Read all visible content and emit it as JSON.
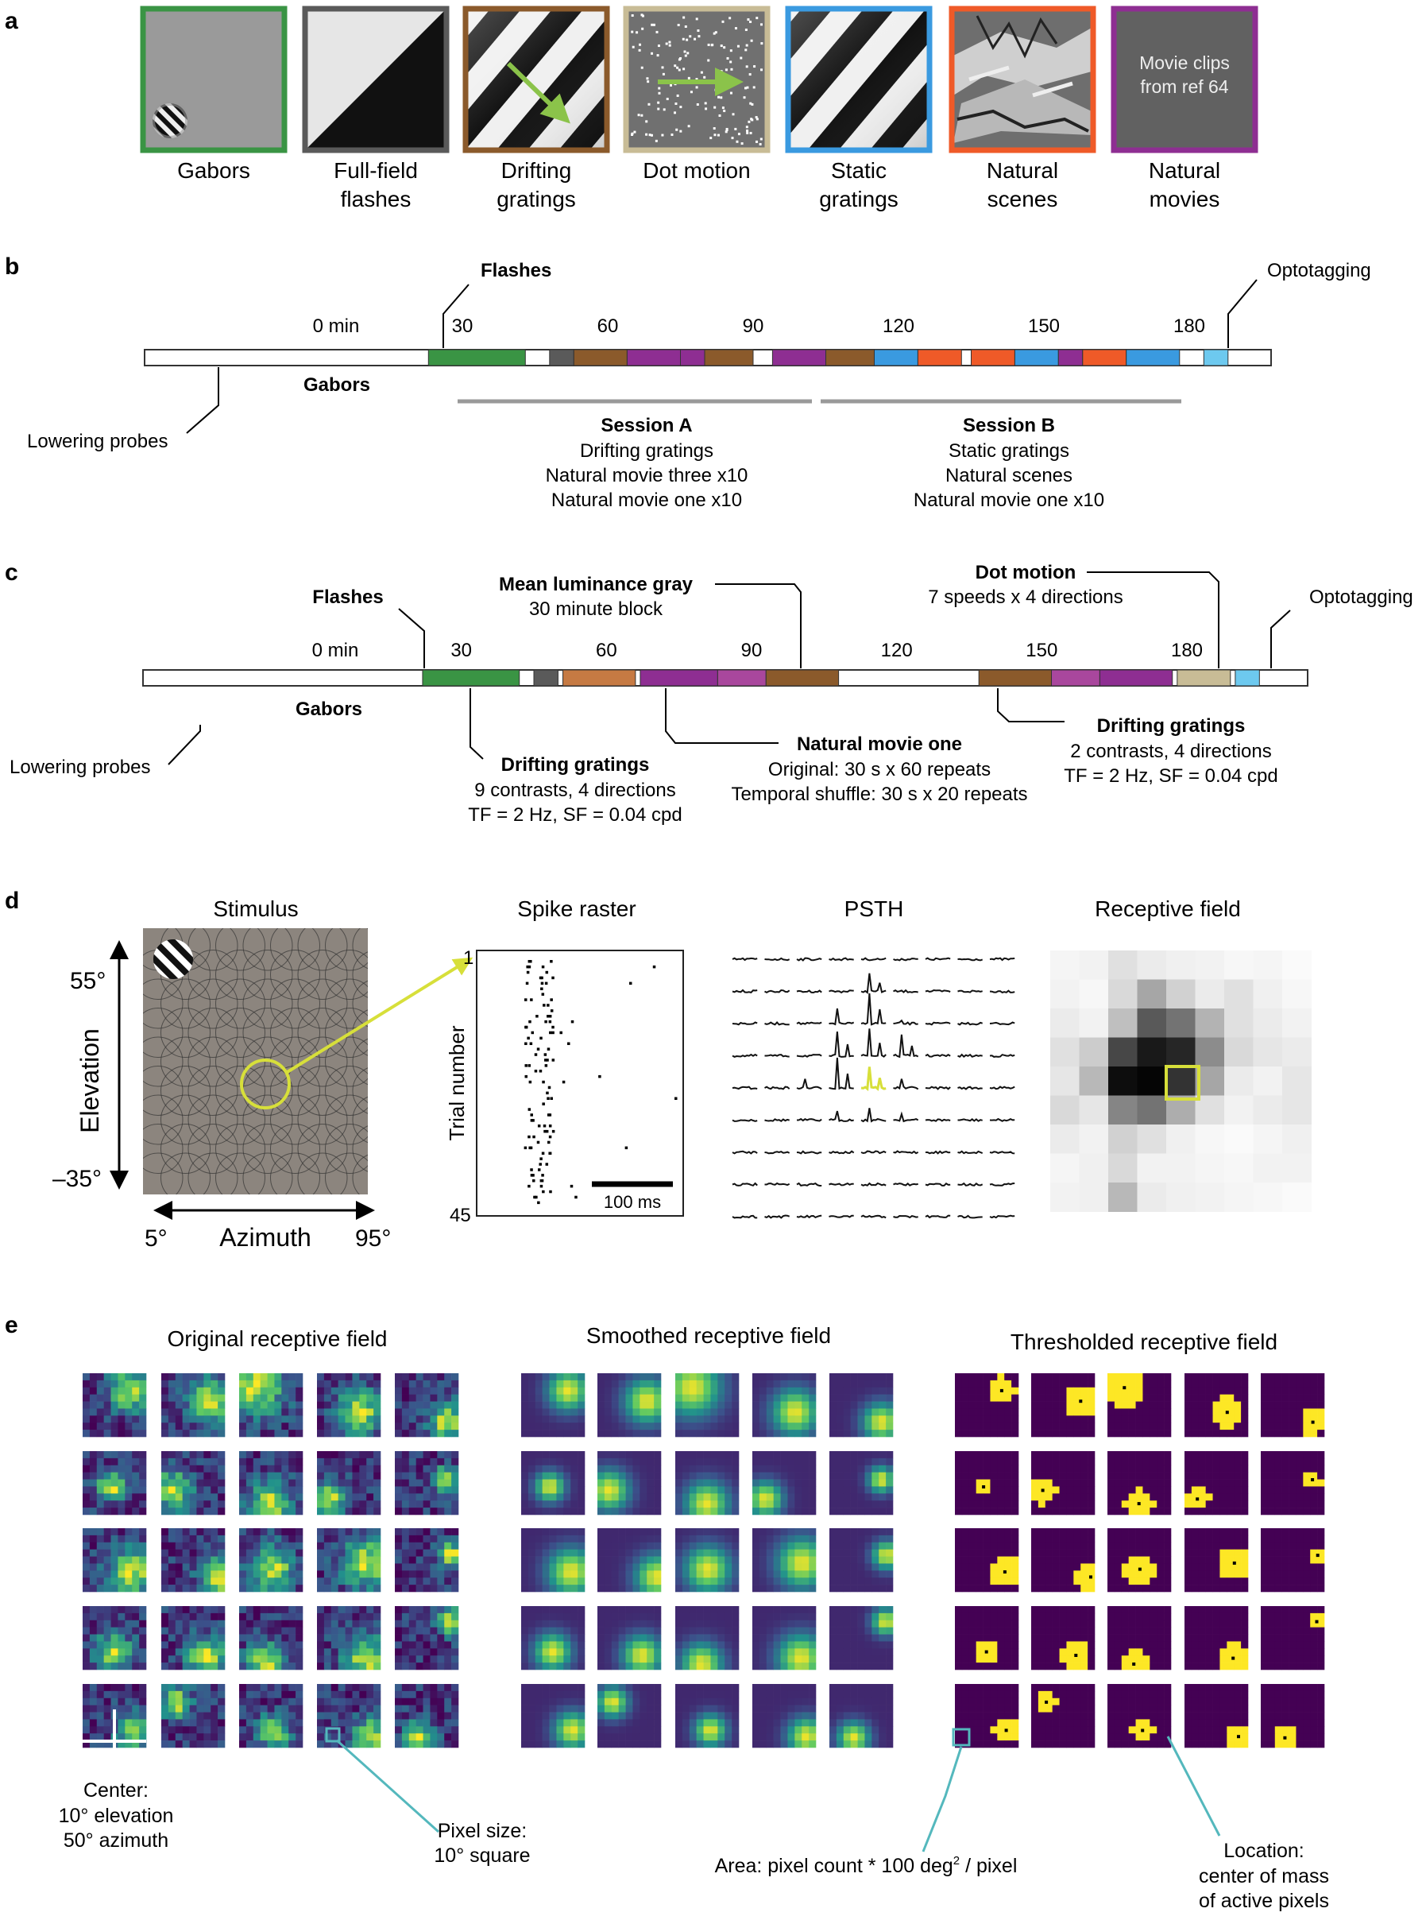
{
  "panel_letters": [
    "a",
    "b",
    "c",
    "d",
    "e"
  ],
  "colors": {
    "gabors": "#3a9444",
    "flashes": "#5a5a5a",
    "drifting": "#8b5a2b",
    "dot_motion": "#c8bc96",
    "static": "#3a9ae0",
    "natural_scenes": "#ef5a28",
    "natural_movies": "#8e2e92",
    "natural_movie_one": "#a9479d",
    "opto": "#6dc9ef",
    "cyan_callout": "#54b8bd",
    "highlight": "#d7df3a",
    "gray_bar": "#999999"
  },
  "a": {
    "stimuli": [
      {
        "line1": "Gabors",
        "line2": "",
        "color": "#3a9444"
      },
      {
        "line1": "Full-field",
        "line2": "flashes",
        "color": "#5a5a5a"
      },
      {
        "line1": "Drifting",
        "line2": "gratings",
        "color": "#8b5a2b"
      },
      {
        "line1": "Dot motion",
        "line2": "",
        "color": "#c8bc96"
      },
      {
        "line1": "Static",
        "line2": "gratings",
        "color": "#3a9ae0"
      },
      {
        "line1": "Natural",
        "line2": "scenes",
        "color": "#ef5a28"
      },
      {
        "line1": "Natural",
        "line2": "movies",
        "color": "#8e2e92"
      }
    ],
    "movie_text_1": "Movie clips",
    "movie_text_2": "from ref 64"
  },
  "b": {
    "ticks": [
      {
        "label": "0 min",
        "minute": 0
      },
      {
        "label": "30",
        "minute": 30
      },
      {
        "label": "60",
        "minute": 60
      },
      {
        "label": "90",
        "minute": 90
      },
      {
        "label": "120",
        "minute": 120
      },
      {
        "label": "150",
        "minute": 150
      },
      {
        "label": "180",
        "minute": 180
      }
    ],
    "flashes_label": "Flashes",
    "opto_label": "Optotagging",
    "gabors_label": "Gabors",
    "lowering_label": "Lowering probes",
    "session_a": {
      "title": "Session A",
      "lines": [
        "Drifting gratings",
        "Natural movie three x10",
        "Natural movie one x10"
      ]
    },
    "session_b": {
      "title": "Session B",
      "lines": [
        "Static gratings",
        "Natural scenes",
        "Natural movie one x10"
      ]
    }
  },
  "c": {
    "ticks": [
      {
        "label": "0 min",
        "minute": 0
      },
      {
        "label": "30",
        "minute": 30
      },
      {
        "label": "60",
        "minute": 60
      },
      {
        "label": "90",
        "minute": 90
      },
      {
        "label": "120",
        "minute": 120
      },
      {
        "label": "150",
        "minute": 150
      },
      {
        "label": "180",
        "minute": 180
      }
    ],
    "flashes_label": "Flashes",
    "mean_lum_title": "Mean luminance gray",
    "mean_lum_sub": "30 minute block",
    "dot_title": "Dot motion",
    "dot_sub": "7 speeds x 4 directions",
    "opto_label": "Optotagging",
    "gabors_label": "Gabors",
    "lowering_label": "Lowering probes",
    "dg1": {
      "title": "Drifting gratings",
      "lines": [
        "9 contrasts, 4 directions",
        "TF = 2 Hz, SF = 0.04 cpd"
      ]
    },
    "nm1": {
      "title": "Natural movie one",
      "lines": [
        "Original: 30 s x 60 repeats",
        "Temporal shuffle: 30 s x 20 repeats"
      ]
    },
    "dg2": {
      "title": "Drifting gratings",
      "lines": [
        "2 contrasts, 4 directions",
        "TF = 2 Hz, SF = 0.04 cpd"
      ]
    }
  },
  "d": {
    "titles": {
      "stimulus": "Stimulus",
      "raster": "Spike raster",
      "psth": "PSTH",
      "rf": "Receptive field"
    },
    "elevation_label": "Elevation",
    "elev_top": "55°",
    "elev_bottom": "–35°",
    "azimuth_label": "Azimuth",
    "az_left": "5°",
    "az_right": "95°",
    "trial_label": "Trial number",
    "trial_top": "1",
    "trial_bottom": "45",
    "scalebar_label": "100 ms"
  },
  "e": {
    "titles": {
      "original": "Original receptive field",
      "smoothed": "Smoothed receptive field",
      "thresholded": "Thresholded receptive field"
    },
    "center_lines": [
      "Center:",
      "10° elevation",
      "50° azimuth"
    ],
    "pixel_lines": [
      "Pixel size:",
      "10° square"
    ],
    "area_label": "Area: pixel count * 100 deg",
    "area_sup": "2",
    "area_tail": " / pixel",
    "location_lines": [
      "Location:",
      "center of mass",
      "of active pixels"
    ]
  }
}
